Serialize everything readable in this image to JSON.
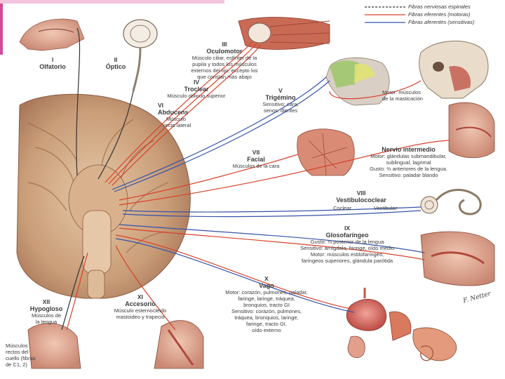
{
  "legend": {
    "spinal": "Fibras nerviosas espinales",
    "efferent": "Fibras eferentes (motoras)",
    "afferent": "Fibras aferentes (sensitivas)",
    "spinal_color": "#333333",
    "efferent_color": "#d9412b",
    "afferent_color": "#3553a8"
  },
  "nerves": {
    "i": {
      "numeral": "I",
      "name": "Olfatorio"
    },
    "ii": {
      "numeral": "II",
      "name": "Óptico"
    },
    "iii": {
      "numeral": "III",
      "name": "Oculomotor",
      "desc": [
        "Músculo ciliar, esfínter de la",
        "pupila y todos los músculos",
        "externos del ojo, excepto los",
        "que constan más abajo"
      ]
    },
    "iv": {
      "numeral": "IV",
      "name": "Troclear",
      "desc": [
        "Músculo oblicuo superior"
      ]
    },
    "v": {
      "numeral": "V",
      "name": "Trigémino",
      "desc": [
        "Sensitivo: cara,",
        "senos, dientes"
      ],
      "motor": [
        "Motor: músculos",
        "de la masticación"
      ]
    },
    "vi": {
      "numeral": "VI",
      "name": "Abducens",
      "desc": [
        "Músculo",
        "recto lateral"
      ]
    },
    "vii": {
      "numeral": "VII",
      "name": "Facial",
      "desc": [
        "Músculos de la cara"
      ]
    },
    "int": {
      "name": "Nervio intermedio",
      "desc": [
        "Motor: glándulas submandibular,",
        "sublingual, lagrimal",
        "Gusto: ⅔ anteriores de la lengua.",
        "Sensitivo: paladar blando"
      ]
    },
    "viii": {
      "numeral": "VIII",
      "name": "Vestibulococlear",
      "coclear": "Coclear",
      "vestibular": "Vestibular"
    },
    "ix": {
      "numeral": "IX",
      "name": "Glosofaríngeo",
      "desc": [
        "Gusto: ⅓ posterior de la lengua",
        "Sensitivo: amígdala, faringe, oído medio",
        "Motor: músculos estilofaríngeo,",
        "faríngeos superiores, glándula parótida"
      ]
    },
    "x": {
      "numeral": "X",
      "name": "Vago",
      "desc": [
        "Motor: corazón, pulmones, paladar,",
        "faringe, laringe, tráquea,",
        "bronquios, tracto GI",
        "Sensitivo: corazón, pulmones,",
        "tráquea, bronquios, laringe,",
        "faringe, tracto GI,",
        "oído externo"
      ]
    },
    "xi": {
      "numeral": "XI",
      "name": "Accesorio",
      "desc": [
        "Músculo esternocleido",
        "mastoideo y trapecio"
      ]
    },
    "xii": {
      "numeral": "XII",
      "name": "Hypogloso",
      "desc": [
        "Músculos de",
        "la lengua"
      ]
    }
  },
  "spinal_note": [
    "Músculos",
    "rectos del",
    "cuello (fibras",
    "de C1, 2)"
  ],
  "signature": "F. Netter"
}
